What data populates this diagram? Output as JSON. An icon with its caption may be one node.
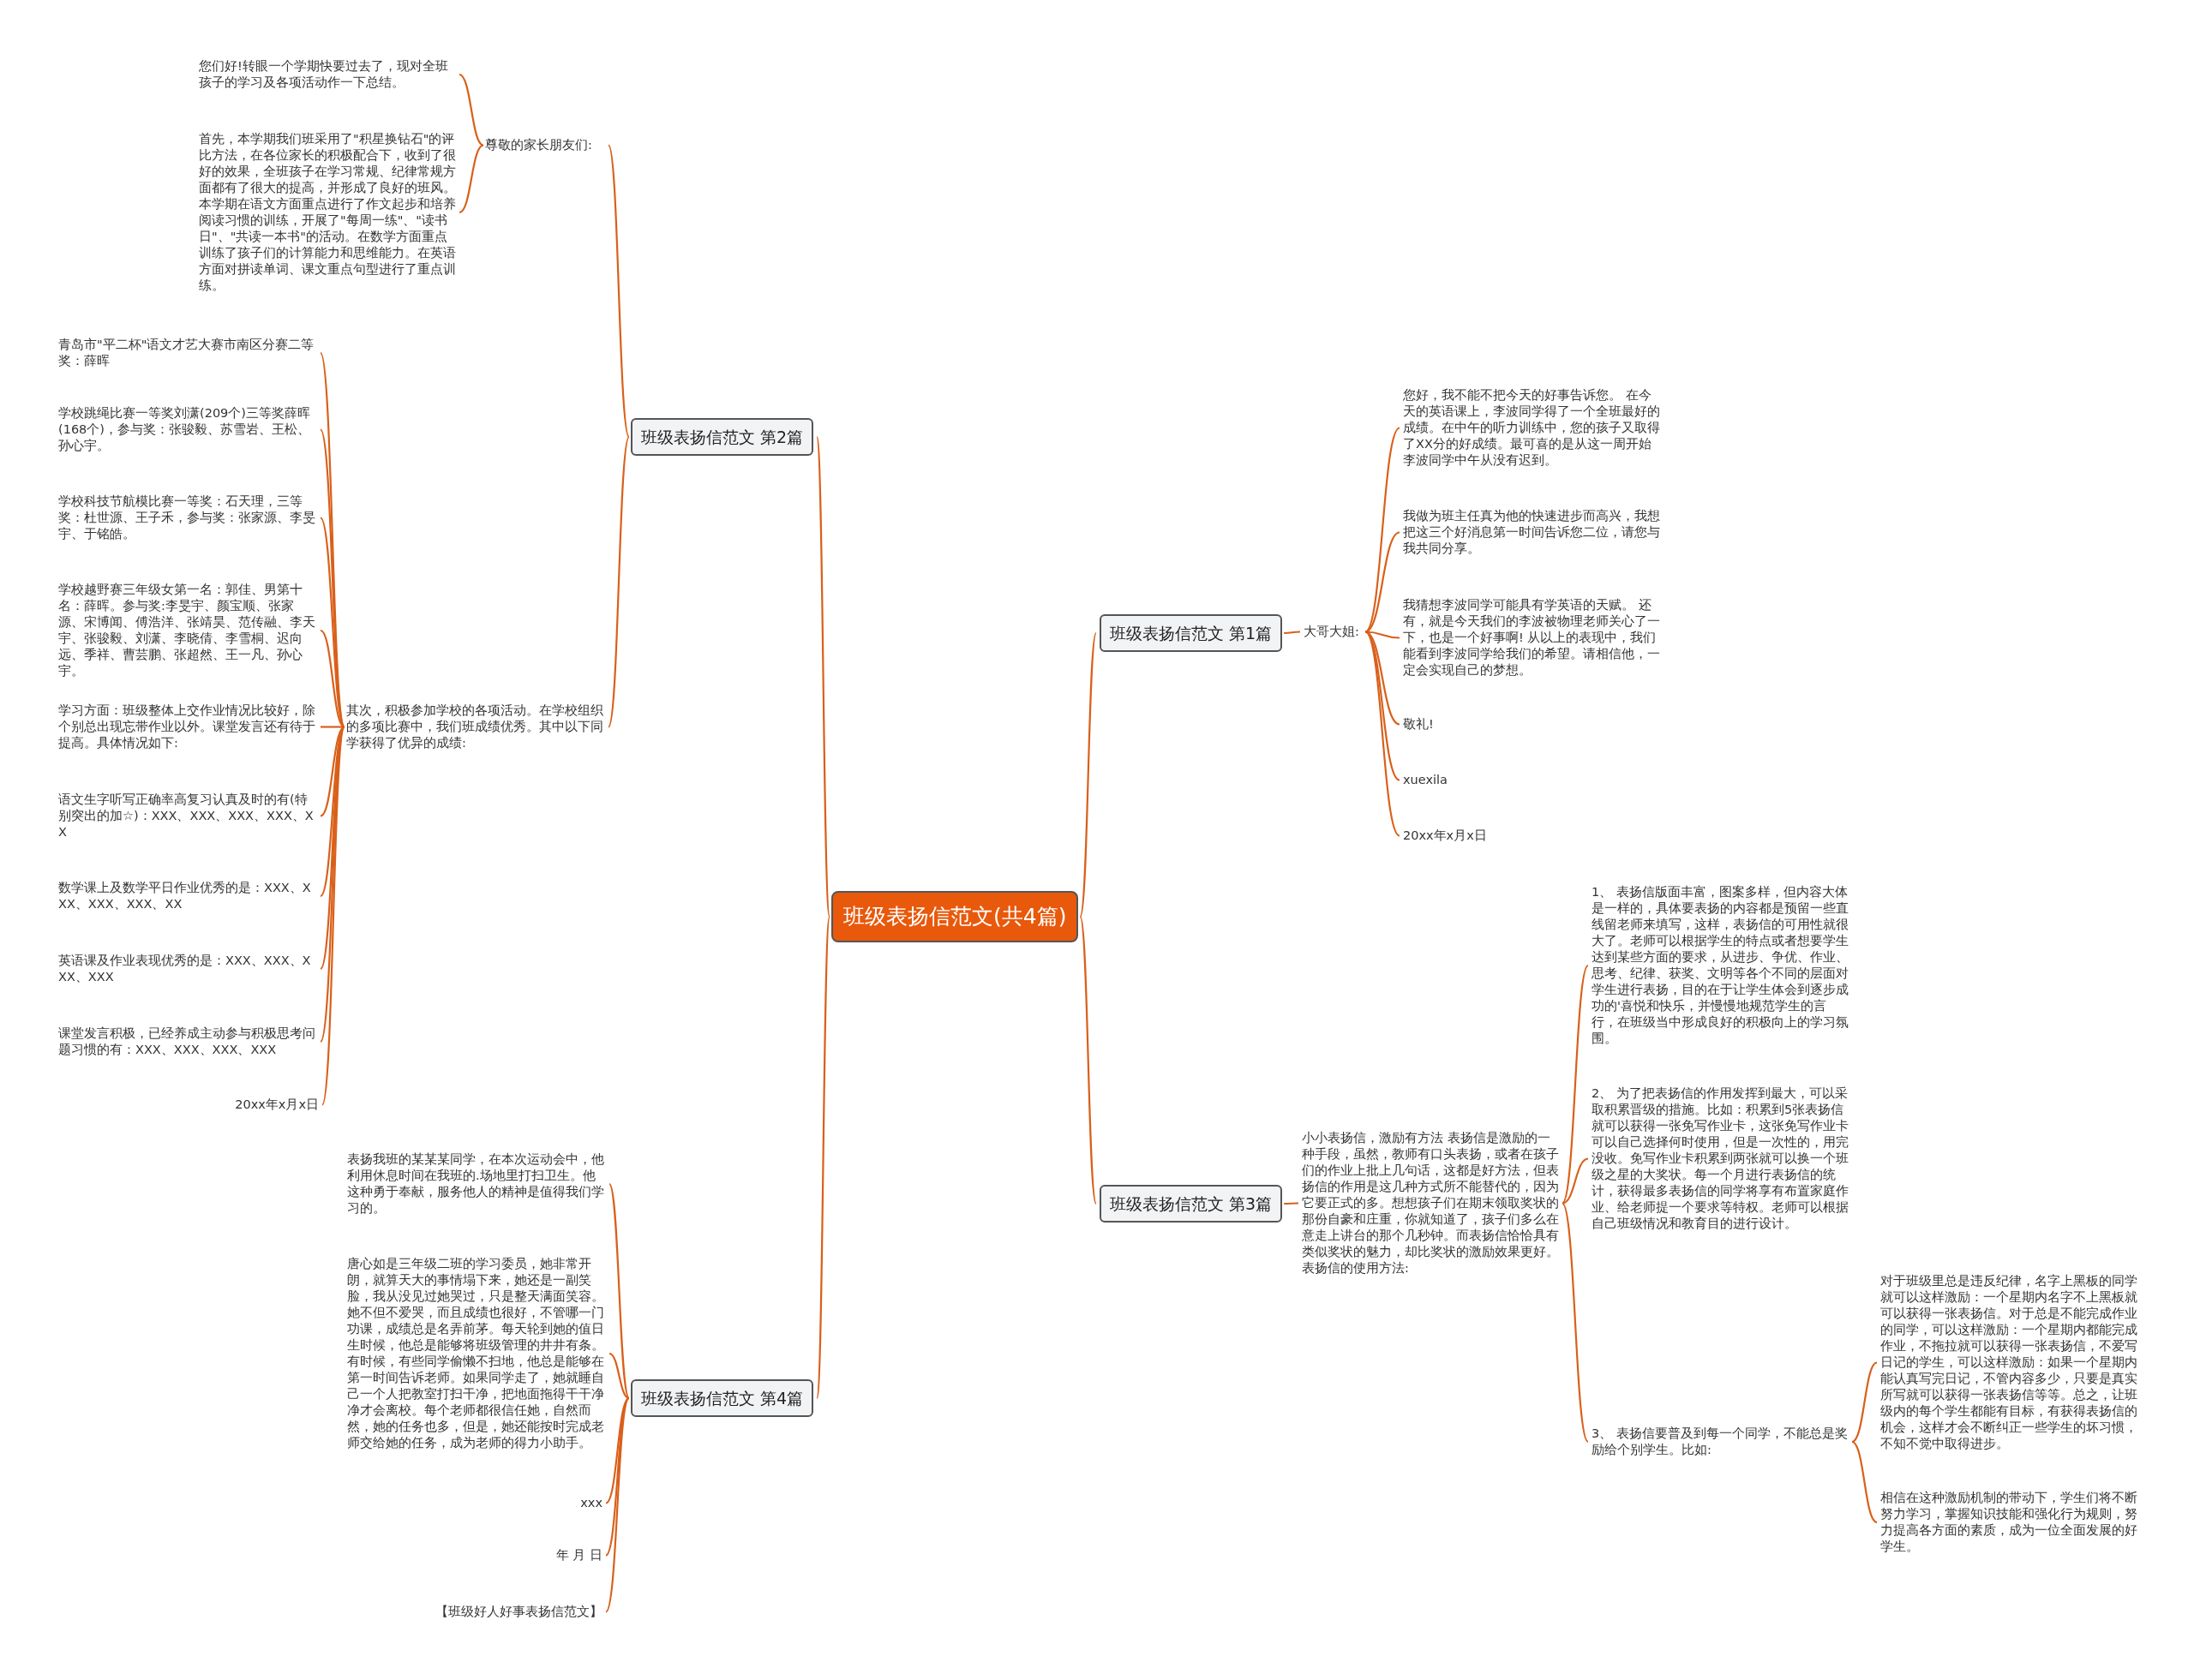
{
  "diagram": {
    "nodes": [
      {
        "text": [
          "班级表扬信范文(共4篇)"
        ]
      },
      {
        "text": [
          "班级表扬信范文 第2篇"
        ]
      },
      {
        "text": [
          "尊敬的家长朋友们:"
        ]
      },
      {
        "text": [
          "您们好!转眼一个学期快要过去了，现对全班孩子的学习及各项活动作一下总结。"
        ]
      },
      {
        "text": [
          "首先，本学期我们班采用了\"积星换钻石\"的评比方法，在各位家长的积极配合下，收到了很好的效果，全班孩子在学习常规、纪律常规方面都有了很大的提高，并形成了良好的班风。本学期在语文方面重点进行了作文起步和培养阅读习惯的训练，开展了\"每周一练\"、\"读书日\"、\"共读一本书\"的活动。在数学方面重点训练了孩子们的计算能力和思维能力。在英语方面对拼读单词、课文重点句型进行了重点训练。"
        ]
      },
      {
        "text": [
          "其次，积极参加学校的各项活动。在学校组织的多项比赛中，我们班成绩优秀。其中以下同学获得了优异的成绩:"
        ]
      },
      {
        "text": [
          "青岛市\"平二杯\"语文才艺大赛市南区分赛二等奖：薛晖"
        ]
      },
      {
        "text": [
          "学校跳绳比赛一等奖刘潇(209个)三等奖薛晖(168个)，参与奖：张骏毅、苏雪岩、王松、孙心宇。"
        ]
      },
      {
        "text": [
          "学校科技节航模比赛一等奖：石天理，三等奖：杜世源、王子禾，参与奖：张家源、李旻宇、于铭皓。"
        ]
      },
      {
        "text": [
          "学校越野赛三年级女第一名：郭佳、男第十名：薛晖。参与奖:李旻宇、颜宝顺、张家源、宋博闻、傅浩洋、张靖昊、范传融、李天宇、张骏毅、刘潇、李晓倩、李雪桐、迟向远、季祥、曹芸鹏、张超然、王一凡、孙心宇。"
        ]
      },
      {
        "text": [
          "学习方面：班级整体上交作业情况比较好，除个别总出现忘带作业以外。课堂发言还有待于提高。具体情况如下:"
        ]
      },
      {
        "text": [
          "语文生字听写正确率高复习认真及时的有(特别突出的加☆)：XXX、XXX、XXX、XXX、XX"
        ]
      },
      {
        "text": [
          "数学课上及数学平日作业优秀的是：XXX、XXX、XXX、XXX、XX"
        ]
      },
      {
        "text": [
          "英语课及作业表现优秀的是：XXX、XXX、XXX、XXX"
        ]
      },
      {
        "text": [
          "课堂发言积极，已经养成主动参与积极思考问题习惯的有：XXX、XXX、XXX、XXX"
        ]
      },
      {
        "text": [
          "20xx年x月x日"
        ]
      },
      {
        "text": [
          "班级表扬信范文 第1篇"
        ]
      },
      {
        "text": [
          "大哥大姐:"
        ]
      },
      {
        "text": [
          "您好，我不能不把今天的好事告诉您。 在今天的英语课上，李波同学得了一个全班最好的成绩。在中午的听力训练中，您的孩子又取得了XX分的好成绩。最可喜的是从这一周开始李波同学中午从没有迟到。"
        ]
      },
      {
        "text": [
          "我做为班主任真为他的快速进步而高兴，我想把这三个好消息第一时间告诉您二位，请您与我共同分享。"
        ]
      },
      {
        "text": [
          "我猜想李波同学可能具有学英语的天赋。 还有，就是今天我们的李波被物理老师关心了一下，也是一个好事啊! 从以上的表现中，我们能看到李波同学给我们的希望。请相信他，一定会实现自己的梦想。"
        ]
      },
      {
        "text": [
          "敬礼!"
        ]
      },
      {
        "text": [
          "xuexila"
        ]
      },
      {
        "text": [
          "20xx年x月x日"
        ]
      },
      {
        "text": [
          "班级表扬信范文 第3篇"
        ]
      },
      {
        "text": [
          "小小表扬信，激励有方法 表扬信是激励的一种手段，虽然，教师有口头表扬，或者在孩子们的作业上批上几句话，这都是好方法，但表扬信的作用是这几种方式所不能替代的，因为它要正式的多。想想孩子们在期末领取奖状的那份自豪和庄重，你就知道了，孩子们多么在意走上讲台的那个几秒钟。而表扬信恰恰具有类似奖状的魅力，却比奖状的激励效果更好。表扬信的使用方法:"
        ]
      },
      {
        "text": [
          "1、 表扬信版面丰富，图案多样，但内容大体是一样的，具体要表扬的内容都是预留一些直线留老师来填写，这样，表扬信的可用性就很大了。老师可以根据学生的特点或者想要学生达到某些方面的要求，从进步、争优、作业、思考、纪律、获奖、文明等各个不同的层面对学生进行表扬，目的在于让学生体会到逐步成功的'喜悦和快乐，并慢慢地规范学生的言行，在班级当中形成良好的积极向上的学习氛围。"
        ]
      },
      {
        "text": [
          "2、 为了把表扬信的作用发挥到最大，可以采取积累晋级的措施。比如：积累到5张表扬信就可以获得一张免写作业卡，这张免写作业卡可以自己选择何时使用，但是一次性的，用完没收。免写作业卡积累到两张就可以换一个班级之星的大奖状。每一个月进行表扬信的统计，获得最多表扬信的同学将享有布置家庭作业、给老师提一个要求等特权。老师可以根据自己班级情况和教育目的进行设计。"
        ]
      },
      {
        "text": [
          "3、 表扬信要普及到每一个同学，不能总是奖励给个别学生。比如:"
        ]
      },
      {
        "text": [
          "对于班级里总是违反纪律，名字上黑板的同学就可以这样激励：一个星期内名字不上黑板就可以获得一张表扬信。对于总是不能完成作业的同学，可以这样激励：一个星期内都能完成作业，不拖拉就可以获得一张表扬信，不爱写日记的学生，可以这样激励：如果一个星期内能认真写完日记，不管内容多少，只要是真实所写就可以获得一张表扬信等等。总之，让班级内的每个学生都能有目标，有获得表扬信的机会，这样才会不断纠正一些学生的坏习惯，不知不觉中取得进步。"
        ]
      },
      {
        "text": [
          "相信在这种激励机制的带动下，学生们将不断努力学习，掌握知识技能和强化行为规则，努力提高各方面的素质，成为一位全面发展的好学生。"
        ]
      },
      {
        "text": [
          "班级表扬信范文 第4篇"
        ]
      },
      {
        "text": [
          "表扬我班的某某某同学，在本次运动会中，他利用休息时间在我班的.场地里打扫卫生。他这种勇于奉献，服务他人的精神是值得我们学习的。"
        ]
      },
      {
        "text": [
          "唐心如是三年级二班的学习委员，她非常开朗，就算天大的事情塌下来，她还是一副笑脸，我从没见过她哭过，只是整天满面笑容。她不但不爱哭，而且成绩也很好，不管哪一门功课，成绩总是名弄前茅。每天轮到她的值日生时候，他总是能够将班级管理的井井有条。有时候，有些同学偷懒不扫地，他总是能够在第一时间告诉老师。如果同学走了，她就睡自己一个人把教室打扫干净，把地面拖得干干净净才会离校。每个老师都很信任她，自然而然，她的任务也多，但是，她还能按时完成老师交给她的任务，成为老师的得力小助手。"
        ]
      },
      {
        "text": [
          "xxx"
        ]
      },
      {
        "text": [
          "年 月 日"
        ]
      },
      {
        "text": [
          "【班级好人好事表扬信范文】"
        ]
      }
    ],
    "edges": [
      {
        "from": 0,
        "to": 1,
        "arrow": "none"
      },
      {
        "from": 1,
        "to": 2,
        "arrow": "none"
      },
      {
        "from": 2,
        "to": 3,
        "arrow": "none"
      },
      {
        "from": 2,
        "to": 4,
        "arrow": "none"
      },
      {
        "from": 1,
        "to": 5,
        "arrow": "none"
      },
      {
        "from": 5,
        "to": 6,
        "arrow": "none"
      },
      {
        "from": 5,
        "to": 7,
        "arrow": "none"
      },
      {
        "from": 5,
        "to": 8,
        "arrow": "none"
      },
      {
        "from": 5,
        "to": 9,
        "arrow": "none"
      },
      {
        "from": 5,
        "to": 10,
        "arrow": "none"
      },
      {
        "from": 5,
        "to": 11,
        "arrow": "none"
      },
      {
        "from": 5,
        "to": 12,
        "arrow": "none"
      },
      {
        "from": 5,
        "to": 13,
        "arrow": "none"
      },
      {
        "from": 5,
        "to": 14,
        "arrow": "none"
      },
      {
        "from": 5,
        "to": 15,
        "arrow": "none"
      },
      {
        "from": 0,
        "to": 16,
        "arrow": "none"
      },
      {
        "from": 16,
        "to": 17,
        "arrow": "none"
      },
      {
        "from": 17,
        "to": 18,
        "arrow": "none"
      },
      {
        "from": 17,
        "to": 19,
        "arrow": "none"
      },
      {
        "from": 17,
        "to": 20,
        "arrow": "none"
      },
      {
        "from": 17,
        "to": 21,
        "arrow": "none"
      },
      {
        "from": 17,
        "to": 22,
        "arrow": "none"
      },
      {
        "from": 17,
        "to": 23,
        "arrow": "none"
      },
      {
        "from": 0,
        "to": 24,
        "arrow": "none"
      },
      {
        "from": 24,
        "to": 25,
        "arrow": "none"
      },
      {
        "from": 25,
        "to": 26,
        "arrow": "none"
      },
      {
        "from": 25,
        "to": 27,
        "arrow": "none"
      },
      {
        "from": 25,
        "to": 28,
        "arrow": "none"
      },
      {
        "from": 28,
        "to": 29,
        "arrow": "none"
      },
      {
        "from": 28,
        "to": 30,
        "arrow": "none"
      },
      {
        "from": 0,
        "to": 31,
        "arrow": "none"
      },
      {
        "from": 31,
        "to": 32,
        "arrow": "none"
      },
      {
        "from": 31,
        "to": 33,
        "arrow": "none"
      },
      {
        "from": 31,
        "to": 34,
        "arrow": "none"
      },
      {
        "from": 31,
        "to": 35,
        "arrow": "none"
      },
      {
        "from": 31,
        "to": 36,
        "arrow": "none"
      }
    ]
  }
}
